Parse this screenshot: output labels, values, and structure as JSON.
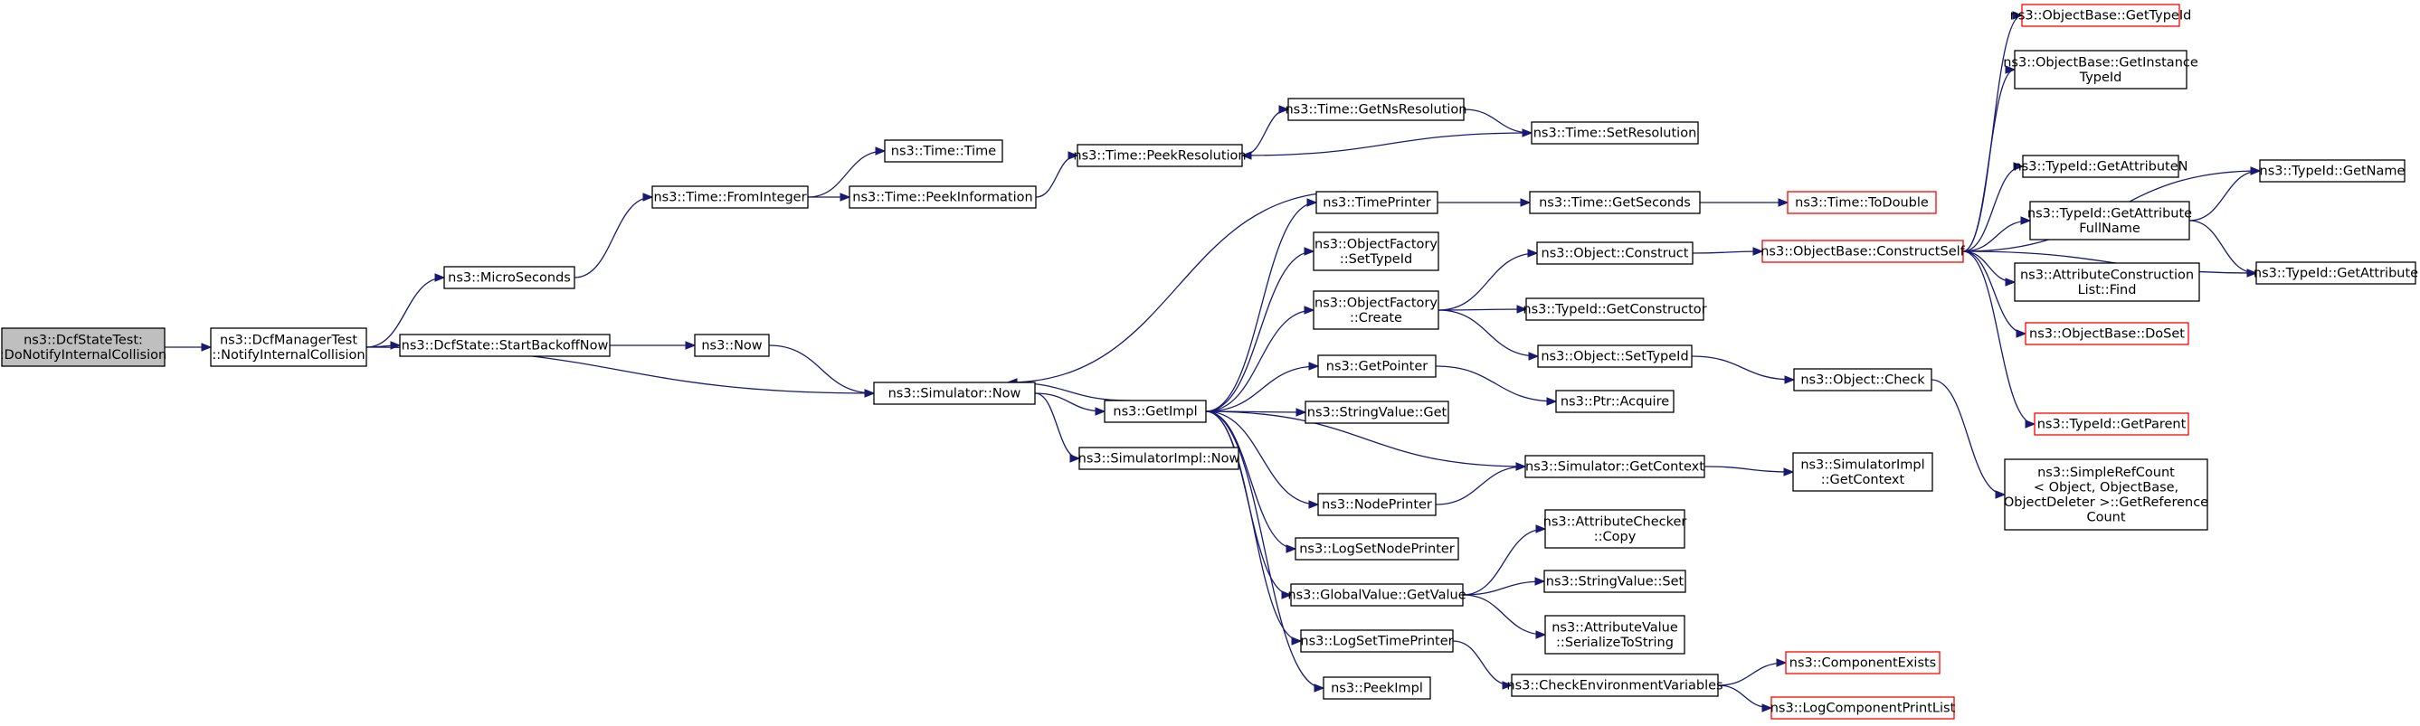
{
  "graph": {
    "nodes": [
      {
        "id": "root",
        "lines": [
          "ns3::DcfStateTest:",
          ":DoNotifyInternalCollision"
        ],
        "root": true
      },
      {
        "id": "dmt",
        "lines": [
          "ns3::DcfManagerTest",
          "::NotifyInternalCollision"
        ]
      },
      {
        "id": "micro",
        "lines": [
          "ns3::MicroSeconds"
        ]
      },
      {
        "id": "startbo",
        "lines": [
          "ns3::DcfState::StartBackoffNow"
        ]
      },
      {
        "id": "fromint",
        "lines": [
          "ns3::Time::FromInteger"
        ]
      },
      {
        "id": "timetime",
        "lines": [
          "ns3::Time::Time"
        ]
      },
      {
        "id": "peekinfo",
        "lines": [
          "ns3::Time::PeekInformation"
        ]
      },
      {
        "id": "now",
        "lines": [
          "ns3::Now"
        ]
      },
      {
        "id": "simnow",
        "lines": [
          "ns3::Simulator::Now"
        ]
      },
      {
        "id": "peekres",
        "lines": [
          "ns3::Time::PeekResolution"
        ]
      },
      {
        "id": "getnsres",
        "lines": [
          "ns3::Time::GetNsResolution"
        ]
      },
      {
        "id": "setres",
        "lines": [
          "ns3::Time::SetResolution"
        ]
      },
      {
        "id": "getimpl",
        "lines": [
          "ns3::GetImpl"
        ]
      },
      {
        "id": "simimplnow",
        "lines": [
          "ns3::SimulatorImpl::Now"
        ]
      },
      {
        "id": "timeprinter",
        "lines": [
          "ns3::TimePrinter"
        ]
      },
      {
        "id": "ofsettype",
        "lines": [
          "ns3::ObjectFactory",
          "::SetTypeId"
        ]
      },
      {
        "id": "ofcreate",
        "lines": [
          "ns3::ObjectFactory",
          "::Create"
        ]
      },
      {
        "id": "getpointer",
        "lines": [
          "ns3::GetPointer"
        ]
      },
      {
        "id": "strvalget",
        "lines": [
          "ns3::StringValue::Get"
        ]
      },
      {
        "id": "nodeprinter",
        "lines": [
          "ns3::NodePrinter"
        ]
      },
      {
        "id": "logsetnode",
        "lines": [
          "ns3::LogSetNodePrinter"
        ]
      },
      {
        "id": "gvgetvalue",
        "lines": [
          "ns3::GlobalValue::GetValue"
        ]
      },
      {
        "id": "logsettime",
        "lines": [
          "ns3::LogSetTimePrinter"
        ]
      },
      {
        "id": "peekimpl",
        "lines": [
          "ns3::PeekImpl"
        ]
      },
      {
        "id": "getseconds",
        "lines": [
          "ns3::Time::GetSeconds"
        ]
      },
      {
        "id": "objconstruct",
        "lines": [
          "ns3::Object::Construct"
        ]
      },
      {
        "id": "getconstructor",
        "lines": [
          "ns3::TypeId::GetConstructor"
        ]
      },
      {
        "id": "objsettypeid",
        "lines": [
          "ns3::Object::SetTypeId"
        ]
      },
      {
        "id": "ptracquire",
        "lines": [
          "ns3::Ptr::Acquire"
        ]
      },
      {
        "id": "simgetctx",
        "lines": [
          "ns3::Simulator::GetContext"
        ]
      },
      {
        "id": "accopy",
        "lines": [
          "ns3::AttributeChecker",
          "::Copy"
        ]
      },
      {
        "id": "strvalset",
        "lines": [
          "ns3::StringValue::Set"
        ]
      },
      {
        "id": "avser",
        "lines": [
          "ns3::AttributeValue",
          "::SerializeToString"
        ]
      },
      {
        "id": "checkenv",
        "lines": [
          "ns3::CheckEnvironmentVariables"
        ]
      },
      {
        "id": "todouble",
        "lines": [
          "ns3::Time::ToDouble"
        ],
        "truncated": true
      },
      {
        "id": "constructself",
        "lines": [
          "ns3::ObjectBase::ConstructSelf"
        ],
        "truncated": true
      },
      {
        "id": "objcheck",
        "lines": [
          "ns3::Object::Check"
        ]
      },
      {
        "id": "simimplctx",
        "lines": [
          "ns3::SimulatorImpl",
          "::GetContext"
        ]
      },
      {
        "id": "compexists",
        "lines": [
          "ns3::ComponentExists"
        ],
        "truncated": true
      },
      {
        "id": "logcomplist",
        "lines": [
          "ns3::LogComponentPrintList"
        ],
        "truncated": true
      },
      {
        "id": "obgettypeid",
        "lines": [
          "ns3::ObjectBase::GetTypeId"
        ],
        "truncated": true
      },
      {
        "id": "obgetinst",
        "lines": [
          "ns3::ObjectBase::GetInstance",
          "TypeId"
        ]
      },
      {
        "id": "getattrn",
        "lines": [
          "ns3::TypeId::GetAttributeN"
        ]
      },
      {
        "id": "getattrfull",
        "lines": [
          "ns3::TypeId::GetAttribute",
          "FullName"
        ]
      },
      {
        "id": "acfind",
        "lines": [
          "ns3::AttributeConstruction",
          "List::Find"
        ]
      },
      {
        "id": "obdoset",
        "lines": [
          "ns3::ObjectBase::DoSet"
        ],
        "truncated": true
      },
      {
        "id": "getparent",
        "lines": [
          "ns3::TypeId::GetParent"
        ],
        "truncated": true
      },
      {
        "id": "simplerefcount",
        "lines": [
          "ns3::SimpleRefCount",
          "< Object, ObjectBase,",
          "ObjectDeleter >::GetReference",
          "Count"
        ]
      },
      {
        "id": "getname",
        "lines": [
          "ns3::TypeId::GetName"
        ]
      },
      {
        "id": "getattribute",
        "lines": [
          "ns3::TypeId::GetAttribute"
        ]
      }
    ],
    "edges": [
      [
        "root",
        "dmt"
      ],
      [
        "dmt",
        "micro"
      ],
      [
        "dmt",
        "startbo"
      ],
      [
        "dmt",
        "simnow"
      ],
      [
        "micro",
        "fromint"
      ],
      [
        "fromint",
        "timetime"
      ],
      [
        "fromint",
        "peekinfo"
      ],
      [
        "peekinfo",
        "peekres"
      ],
      [
        "peekres",
        "getnsres"
      ],
      [
        "getnsres",
        "setres"
      ],
      [
        "setres",
        "peekres"
      ],
      [
        "startbo",
        "now"
      ],
      [
        "now",
        "simnow"
      ],
      [
        "simnow",
        "getimpl"
      ],
      [
        "simnow",
        "simimplnow"
      ],
      [
        "getimpl",
        "simnow"
      ],
      [
        "getimpl",
        "timeprinter"
      ],
      [
        "getimpl",
        "ofsettype"
      ],
      [
        "getimpl",
        "ofcreate"
      ],
      [
        "getimpl",
        "getpointer"
      ],
      [
        "getimpl",
        "strvalget"
      ],
      [
        "getimpl",
        "simgetctx"
      ],
      [
        "getimpl",
        "nodeprinter"
      ],
      [
        "getimpl",
        "logsetnode"
      ],
      [
        "getimpl",
        "gvgetvalue"
      ],
      [
        "getimpl",
        "logsettime"
      ],
      [
        "getimpl",
        "peekimpl"
      ],
      [
        "timeprinter",
        "simnow"
      ],
      [
        "timeprinter",
        "getseconds"
      ],
      [
        "getseconds",
        "todouble"
      ],
      [
        "ofcreate",
        "objconstruct"
      ],
      [
        "ofcreate",
        "getconstructor"
      ],
      [
        "ofcreate",
        "objsettypeid"
      ],
      [
        "getpointer",
        "ptracquire"
      ],
      [
        "nodeprinter",
        "simgetctx"
      ],
      [
        "simgetctx",
        "simimplctx"
      ],
      [
        "gvgetvalue",
        "accopy"
      ],
      [
        "gvgetvalue",
        "strvalset"
      ],
      [
        "gvgetvalue",
        "avser"
      ],
      [
        "logsettime",
        "checkenv"
      ],
      [
        "checkenv",
        "compexists"
      ],
      [
        "checkenv",
        "logcomplist"
      ],
      [
        "objconstruct",
        "constructself"
      ],
      [
        "objsettypeid",
        "objcheck"
      ],
      [
        "objcheck",
        "simplerefcount"
      ],
      [
        "constructself",
        "obgettypeid"
      ],
      [
        "constructself",
        "obgetinst"
      ],
      [
        "constructself",
        "getname"
      ],
      [
        "constructself",
        "getattrn"
      ],
      [
        "constructself",
        "getattrfull"
      ],
      [
        "constructself",
        "acfind"
      ],
      [
        "constructself",
        "obdoset"
      ],
      [
        "constructself",
        "getparent"
      ],
      [
        "constructself",
        "getattribute"
      ],
      [
        "getattrfull",
        "getname"
      ],
      [
        "getattrfull",
        "getattribute"
      ]
    ]
  }
}
